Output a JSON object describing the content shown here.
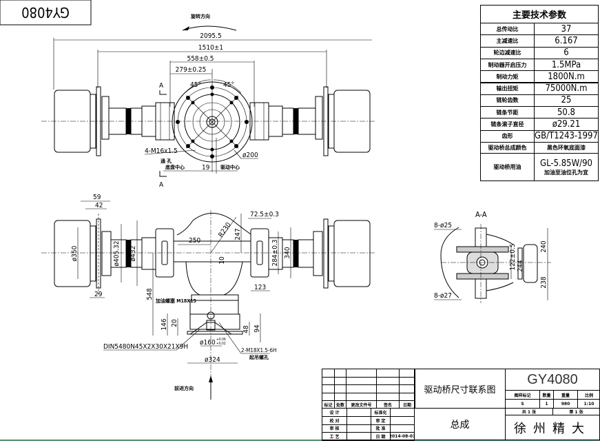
{
  "drawing_number_stamp": "GY4080",
  "top_view": {
    "rotation_label": "旋转方向",
    "dim_overall": "2095.5",
    "dim_mount": "1510±1",
    "dim_plate": "558±0.5",
    "dim_half": "279±0.25",
    "angle_left": "45°",
    "angle_right": "45°",
    "section_mark": "A",
    "section_mark_bottom": "A",
    "thread_label": "4-M16x1.5",
    "thread_note": "通 孔",
    "dia_label": "ø200",
    "offset_left_label": "底盘中心",
    "offset_value": "19",
    "offset_right_label": "驱动中心"
  },
  "front_view": {
    "d59": "59",
    "d42": "42",
    "d29": "29",
    "d350": "ø350",
    "d405": "ø405.32",
    "d432": "ø432",
    "d250": "250",
    "r230": "R230",
    "d247": "247",
    "d10": "10",
    "d725": "72.5±0.3",
    "d284": "284±0.3",
    "d340": "340",
    "d123": "123",
    "d548": "548",
    "plug_label": "加油螺塞 M18X15",
    "d146": "146",
    "d20": "20",
    "d48": "48",
    "d94": "94",
    "spline": "DIN5480N45X2X30X21X9H",
    "d160": "ø160",
    "d160_tol_up": "+0.06",
    "d160_tol_dn": "+0.02",
    "d324": "ø324",
    "lift_thread": "2-M18X1.5-6H",
    "lift_note": "起吊螺孔",
    "forward_label": "前进方向"
  },
  "section_view": {
    "title": "A-A",
    "holes_top": "8-ø25",
    "holes_bottom": "8-ø27",
    "d240": "240",
    "d238": "238",
    "d122": "122±0.5",
    "d244": "244"
  },
  "parameters": {
    "title": "主要技术参数",
    "rows": [
      {
        "label": "总传动比",
        "value": "37"
      },
      {
        "label": "主减速比",
        "value": "6.167"
      },
      {
        "label": "轮边减速比",
        "value": "6"
      },
      {
        "label": "制动器开启压力",
        "value": "1.5MPa"
      },
      {
        "label": "制动力矩",
        "value": "1800N.m"
      },
      {
        "label": "输出扭矩",
        "value": "75000N.m"
      },
      {
        "label": "链轮齿数",
        "value": "25"
      },
      {
        "label": "链条节距",
        "value": "50.8"
      },
      {
        "label": "链条滚子直径",
        "value": "ø29.21"
      },
      {
        "label": "齿形",
        "value": "GB/T1243-1997"
      },
      {
        "label": "驱动桥总成颜色",
        "value": "黑色环氧底面漆"
      },
      {
        "label": "驱动桥用油",
        "value": "GL-5.85W/90",
        "value2": "加油至油位孔为宜"
      }
    ]
  },
  "title_block": {
    "drawing_title": "驱动桥尺寸联系图",
    "drawing_no": "GY4080",
    "part_name": "总成",
    "company": "徐州精大",
    "rev_headers": [
      "标记",
      "处数",
      "更改文件号",
      "签名",
      "日期"
    ],
    "sign_rows": [
      {
        "role": "设 计",
        "role2": "标准化",
        "value": ""
      },
      {
        "role": "校 对",
        "role2": "审 定",
        "value": ""
      },
      {
        "role": "审 核",
        "role2": "批 准",
        "value": ""
      },
      {
        "role": "工 艺",
        "role2": "日 期",
        "value": "2014-08-01"
      }
    ],
    "info_headers": [
      "图样标记",
      "数量",
      "重量",
      "比例"
    ],
    "info_values": [
      "S",
      "1",
      "980",
      "1:10"
    ],
    "sheets_total": "共 1 张",
    "sheet_no": "第 1 张"
  }
}
